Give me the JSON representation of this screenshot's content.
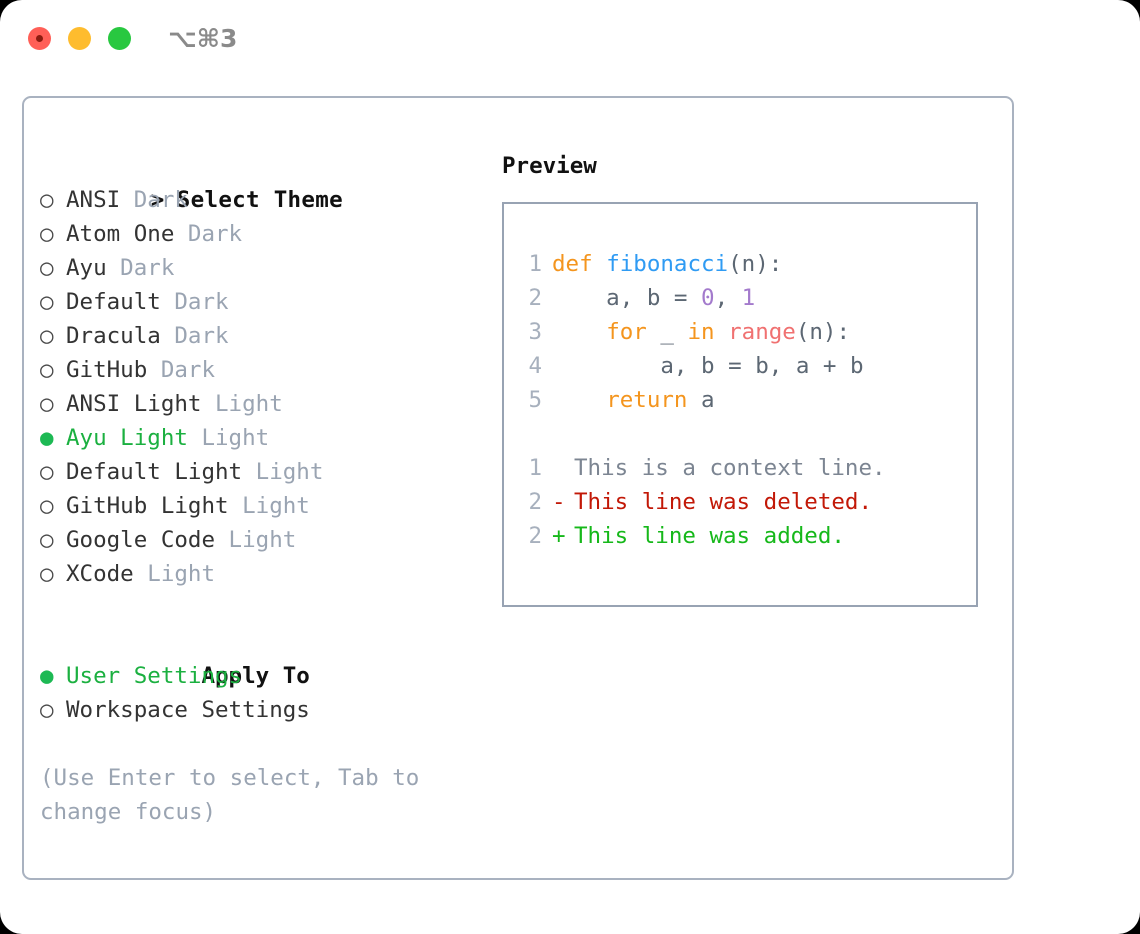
{
  "window": {
    "shortcut": "⌥⌘3",
    "traffic_lights": [
      "close",
      "minimize",
      "maximize"
    ]
  },
  "left": {
    "header": {
      "caret": ">",
      "label": "Select Theme"
    },
    "themes": [
      {
        "marker": "○",
        "name": "ANSI",
        "variant": "Dark",
        "selected": false
      },
      {
        "marker": "○",
        "name": "Atom One",
        "variant": "Dark",
        "selected": false
      },
      {
        "marker": "○",
        "name": "Ayu",
        "variant": "Dark",
        "selected": false
      },
      {
        "marker": "○",
        "name": "Default",
        "variant": "Dark",
        "selected": false
      },
      {
        "marker": "○",
        "name": "Dracula",
        "variant": "Dark",
        "selected": false
      },
      {
        "marker": "○",
        "name": "GitHub",
        "variant": "Dark",
        "selected": false
      },
      {
        "marker": "○",
        "name": "ANSI Light",
        "variant": "Light",
        "selected": false
      },
      {
        "marker": "●",
        "name": "Ayu Light",
        "variant": "Light",
        "selected": true
      },
      {
        "marker": "○",
        "name": "Default Light",
        "variant": "Light",
        "selected": false
      },
      {
        "marker": "○",
        "name": "GitHub Light",
        "variant": "Light",
        "selected": false
      },
      {
        "marker": "○",
        "name": "Google Code",
        "variant": "Light",
        "selected": false
      },
      {
        "marker": "○",
        "name": "XCode",
        "variant": "Light",
        "selected": false
      }
    ],
    "apply_to": {
      "label": "Apply To",
      "options": [
        {
          "marker": "●",
          "name": "User Settings",
          "selected": true
        },
        {
          "marker": "○",
          "name": "Workspace Settings",
          "selected": false
        }
      ]
    },
    "hint": "(Use Enter to select, Tab to change focus)"
  },
  "right": {
    "title": "Preview",
    "code_lines": [
      {
        "num": "1",
        "tokens": [
          {
            "t": "def",
            "c": "kw"
          },
          {
            "t": " ",
            "c": "pl"
          },
          {
            "t": "fibonacci",
            "c": "fn"
          },
          {
            "t": "(n):",
            "c": "punct"
          }
        ]
      },
      {
        "num": "2",
        "tokens": [
          {
            "t": "    a, b = ",
            "c": "pl"
          },
          {
            "t": "0",
            "c": "num"
          },
          {
            "t": ", ",
            "c": "pl"
          },
          {
            "t": "1",
            "c": "num"
          }
        ]
      },
      {
        "num": "3",
        "tokens": [
          {
            "t": "    ",
            "c": "pl"
          },
          {
            "t": "for",
            "c": "kw"
          },
          {
            "t": " _ ",
            "c": "pl"
          },
          {
            "t": "in",
            "c": "kw"
          },
          {
            "t": " ",
            "c": "pl"
          },
          {
            "t": "range",
            "c": "bi"
          },
          {
            "t": "(n):",
            "c": "punct"
          }
        ]
      },
      {
        "num": "4",
        "tokens": [
          {
            "t": "        a, b = b, a + b",
            "c": "pl"
          }
        ]
      },
      {
        "num": "5",
        "tokens": [
          {
            "t": "    ",
            "c": "pl"
          },
          {
            "t": "return",
            "c": "kw"
          },
          {
            "t": " a",
            "c": "pl"
          }
        ]
      }
    ],
    "diff_lines": [
      {
        "num": "1",
        "mark": " ",
        "text": "This is a context line.",
        "kind": "ctx"
      },
      {
        "num": "2",
        "mark": "-",
        "text": "This line was deleted.",
        "kind": "del"
      },
      {
        "num": "2",
        "mark": "+",
        "text": "This line was added.",
        "kind": "add"
      }
    ]
  },
  "colors": {
    "accent_green": "#1bb040",
    "muted": "#9aa4b2",
    "border": "#a9b2c0",
    "keyword": "#f4951e",
    "function": "#2f9bf3",
    "number": "#a37acc",
    "builtin": "#f07171",
    "diff_add": "#16b81a",
    "diff_del": "#c21807"
  }
}
